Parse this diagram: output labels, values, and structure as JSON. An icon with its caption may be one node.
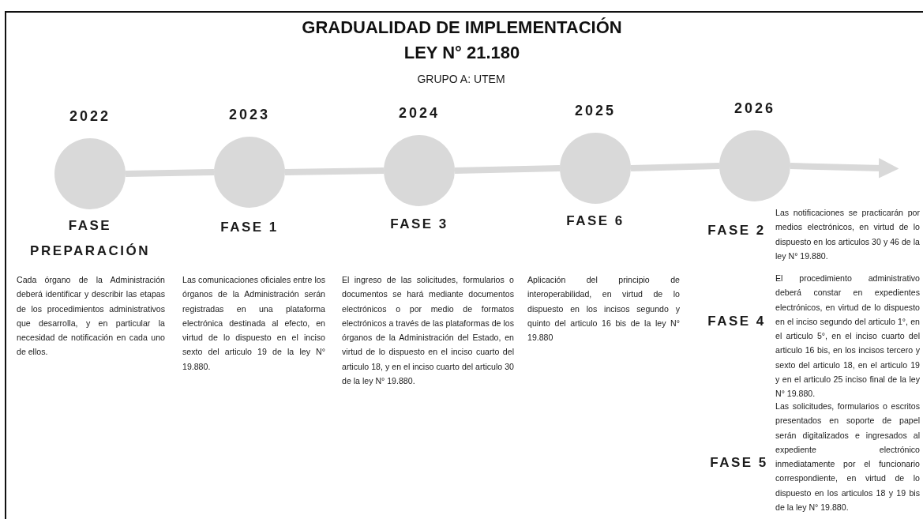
{
  "diagram": {
    "title": "GRADUALIDAD DE IMPLEMENTACIÓN LEY N° 21.180",
    "nodes": [
      {
        "text": [
          "2022"
        ],
        "beside": [
          "FASE PREPARACIÓN"
        ]
      },
      {
        "text": [
          "2023"
        ],
        "beside": [
          "FASE 1"
        ]
      },
      {
        "text": [
          "2024"
        ],
        "beside": [
          "FASE 3"
        ]
      },
      {
        "text": [
          "2025"
        ],
        "beside": [
          "FASE 6"
        ]
      },
      {
        "text": [
          "2026"
        ],
        "beside": [
          "FASE 2"
        ]
      }
    ],
    "edges": [
      {
        "from": 0,
        "to": 1,
        "arrow": "none"
      },
      {
        "from": 1,
        "to": 2,
        "arrow": "none"
      },
      {
        "from": 2,
        "to": 3,
        "arrow": "none"
      },
      {
        "from": 3,
        "to": 4,
        "arrow": "none"
      },
      {
        "from": 4,
        "to": null,
        "arrow": "to"
      }
    ],
    "labels": [
      "GRUPO A: UTEM",
      "Cada órgano de la Administración deberá identificar y describir las etapas de los procedimientos administrativos que desarrolla, y en particular la necesidad de notificación en cada uno de ellos.",
      "Las comunicaciones oficiales entre los órganos de la Administración serán registradas en una plataforma electrónica destinada al efecto, en virtud de lo dispuesto en el inciso sexto del articulo 19 de la ley N° 19.880.",
      "El ingreso de las solicitudes, formularios o documentos se hará mediante documentos electrónicos o por medio de formatos electrónicos a través de las plataformas de los órganos de la Administración del Estado, en virtud de lo dispuesto en el inciso cuarto del articulo 18, y en el inciso cuarto del articulo 30 de la ley N° 19.880.",
      "Aplicación del principio de interoperabilidad, en virtud de lo dispuesto en los incisos segundo y quinto del articulo 16 bis de la ley N° 19.880",
      "Las notificaciones se practicarán por medios electrónicos, en virtud de lo dispuesto en los articulos 30 y 46 de la ley N° 19.880.",
      "FASE 4",
      "El procedimiento administrativo deberá constar en expedientes electrónicos, en virtud de lo dispuesto en el inciso segundo del articulo 1°, en el articulo 5°, en el inciso cuarto del articulo 16 bis, en los incisos tercero y sexto del articulo 18, en el articulo 19 y en el articulo 25 inciso final de la ley N° 19.880.",
      "FASE 5",
      "Las solicitudes, formularios o escritos presentados en soporte de papel serán digitalizados e ingresados al expediente electrónico inmediatamente por el funcionario correspondiente, en virtud de lo dispuesto en los articulos 18 y 19 bis de la ley N° 19.880."
    ]
  }
}
